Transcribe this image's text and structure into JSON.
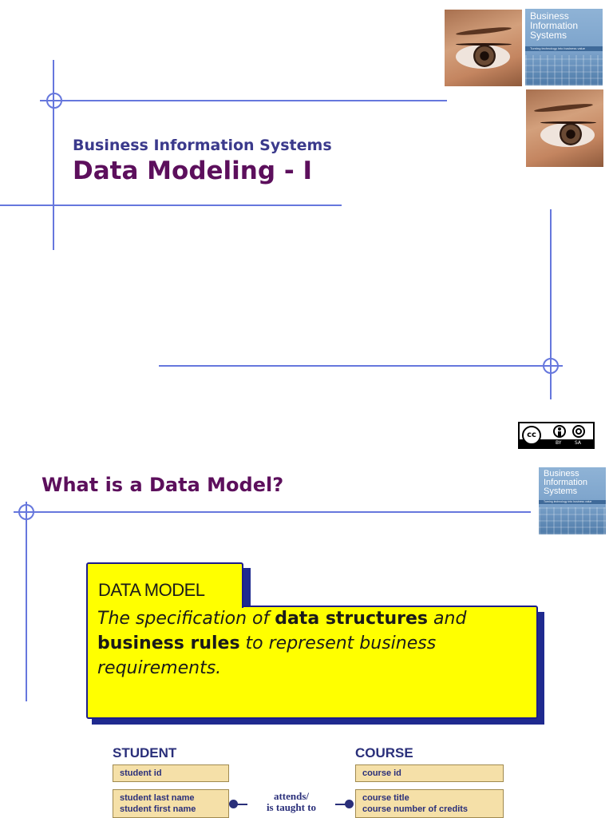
{
  "slide1": {
    "subtitle": "Business Information Systems",
    "title": "Data Modeling - I",
    "book_cover": {
      "lines": [
        "Business",
        "Information",
        "Systems"
      ],
      "tagline": "Turning technology into business value"
    },
    "license": {
      "icon": "creative-commons-by-sa-icon",
      "cc": "cc",
      "by": "BY",
      "sa": "SA"
    }
  },
  "slide2": {
    "title": "What is a Data Model?",
    "book_cover": {
      "lines": [
        "Business",
        "Information",
        "Systems"
      ],
      "tagline": "Turning technology into business value"
    },
    "definition": {
      "label": "DATA MODEL",
      "text_1": "The specification of ",
      "bold_1": "data structures",
      "text_2": " and ",
      "bold_2": "business rules",
      "text_3": " to represent business requirements."
    },
    "diagram": {
      "entity_1": {
        "name": "STUDENT",
        "key": "student id",
        "attributes": [
          "student last name",
          "student first name"
        ]
      },
      "entity_2": {
        "name": "COURSE",
        "key": "course id",
        "attributes": [
          "course title",
          "course number of credits"
        ]
      },
      "relationship": {
        "line1": "attends/",
        "line2": "is taught to"
      }
    }
  },
  "colors": {
    "accent_line": "#6677dd",
    "title": "#5c0f5c",
    "subtitle": "#3b3a8c",
    "definition_fill": "#ffff00",
    "definition_border": "#1c1c8c",
    "entity_fill": "#f5e0a8"
  }
}
